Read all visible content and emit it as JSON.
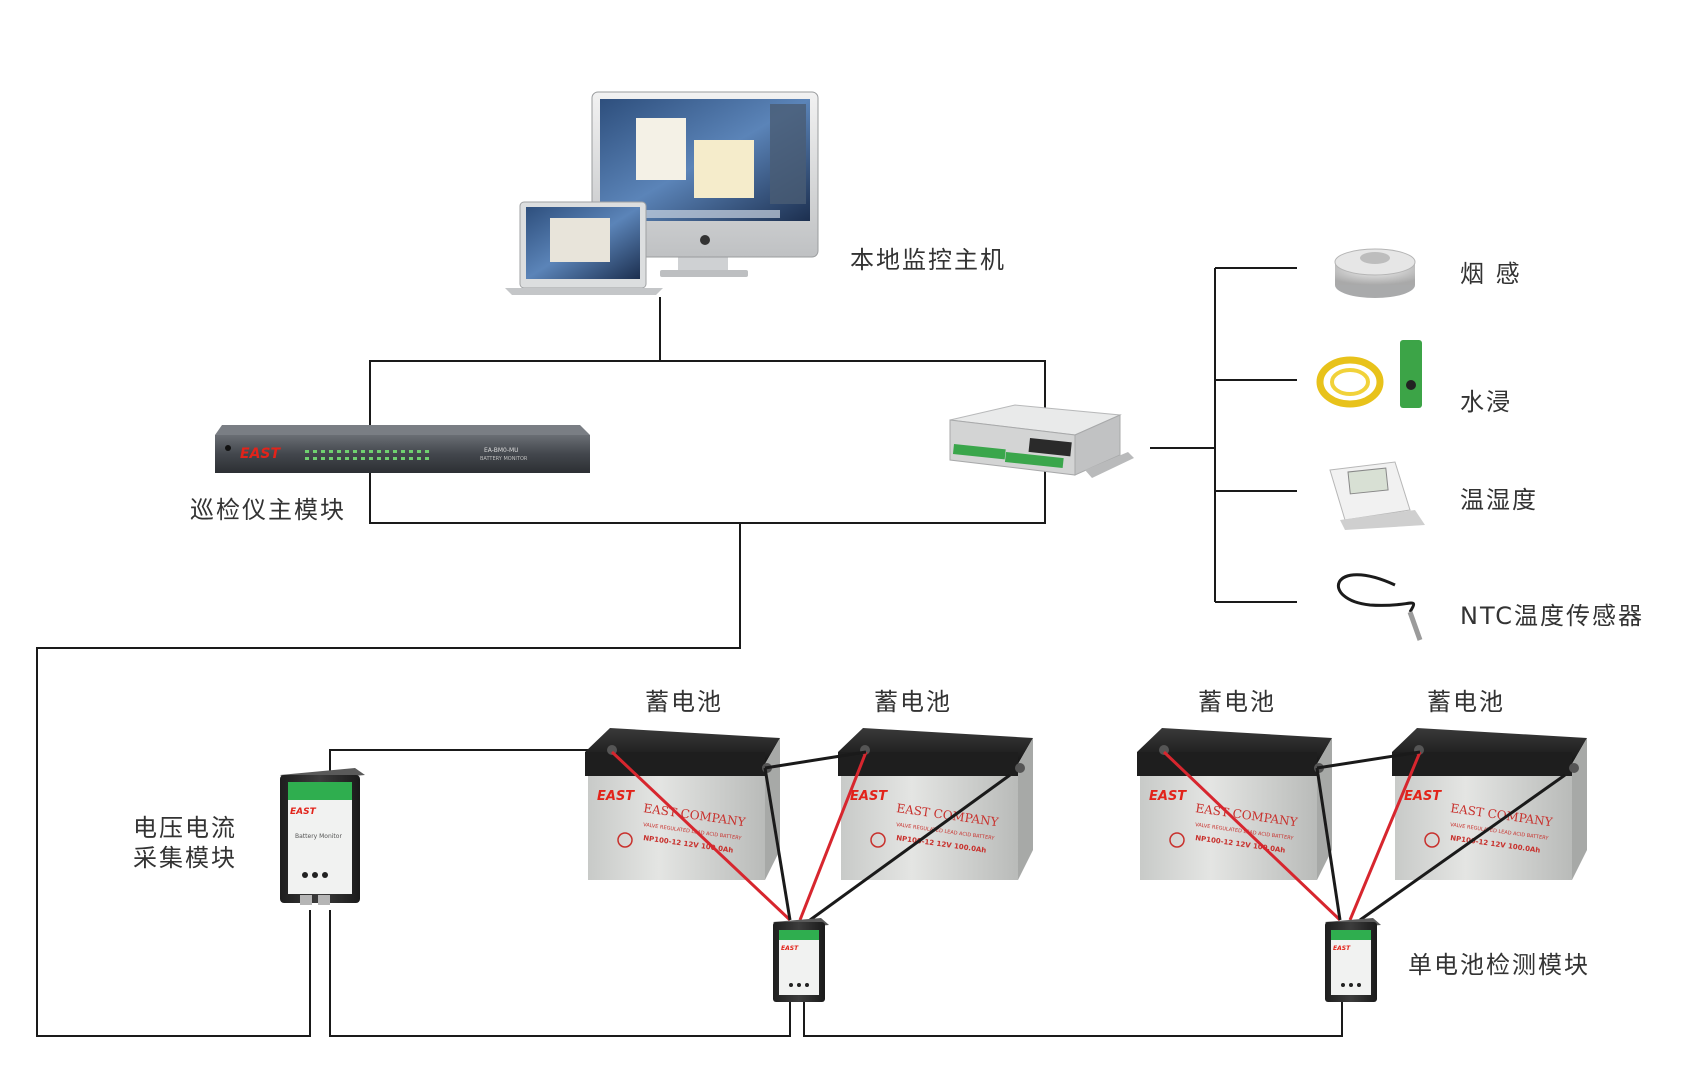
{
  "labels": {
    "local_monitor_host": "本地监控主机",
    "inspector_main_module": "巡检仪主模块",
    "smoke": "烟 感",
    "water_leak": "水浸",
    "temp_humidity": "温湿度",
    "ntc_sensor": "NTC温度传感器",
    "battery": "蓄电池",
    "voltage_current_module_line1": "电压电流",
    "voltage_current_module_line2": "采集模块",
    "single_cell_module": "单电池检测模块"
  },
  "device_text": {
    "brand": "EAST",
    "company": "EAST COMPANY",
    "battery_model": "NP100-12  12V 100.0Ah",
    "battery_desc": "VALVE REGULATED LEAD ACID BATTERY",
    "monitor_model": "EA-BM0-MU",
    "monitor_desc": "BATTERY MONITOR",
    "collector_title": "Battery Monitor"
  },
  "colors": {
    "line": "#1a1a1a",
    "red_wire": "#d7262e",
    "black_wire": "#1a1a1a",
    "east_red": "#e2231a",
    "module_green": "#2fae4f",
    "battery_body": "#d6d8d6",
    "battery_lid": "#2b2b2b",
    "label_text": "#333333"
  }
}
